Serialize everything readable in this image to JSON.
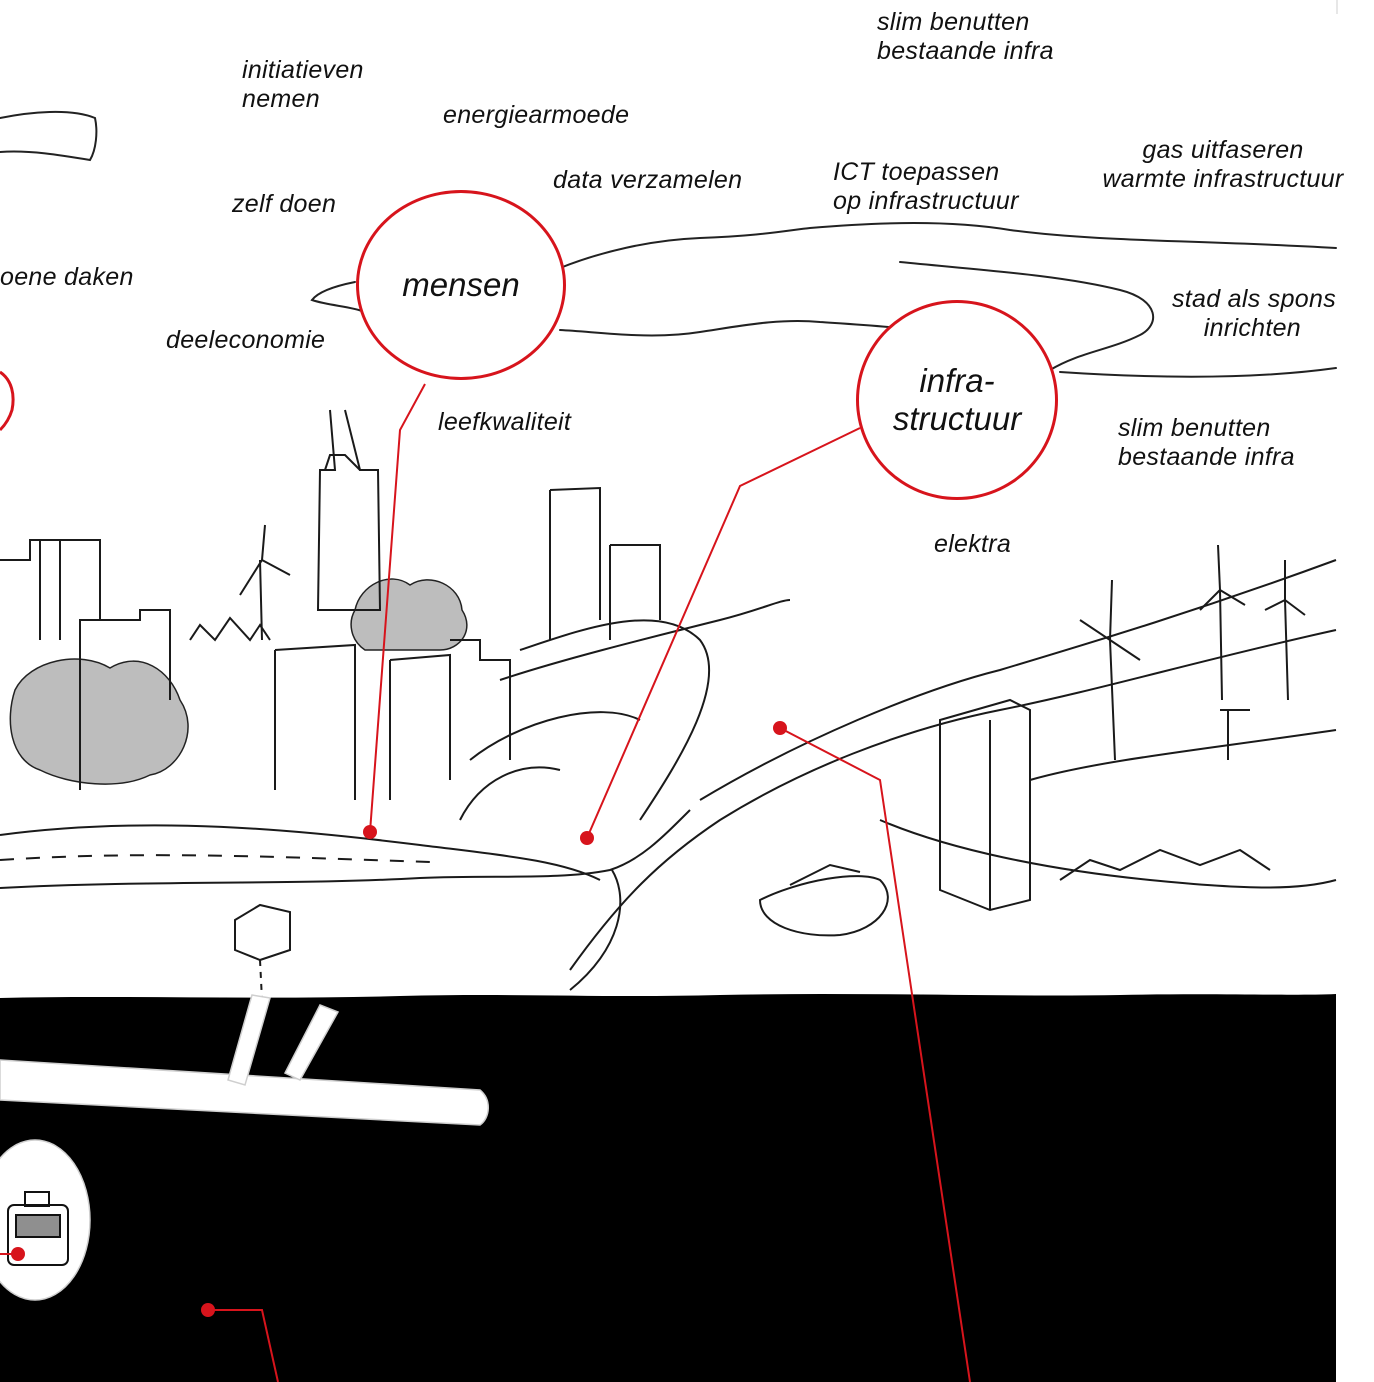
{
  "theme": {
    "accent": "#d7141c",
    "ink": "#111111",
    "ground": "#000000",
    "foliage": "#bdbdbd"
  },
  "circles": {
    "mensen": "mensen",
    "infra_line1": "infra-",
    "infra_line2": "structuur"
  },
  "labels": {
    "slim_benutten_top_1": "slim benutten",
    "slim_benutten_top_2": "bestaande infra",
    "initiatieven_1": "initiatieven",
    "initiatieven_2": "nemen",
    "energiearmoede": "energiearmoede",
    "data_verzamelen": "data verzamelen",
    "ict_1": "ICT toepassen",
    "ict_2": "op infrastructuur",
    "gas_1": "gas uitfaseren",
    "gas_2": "warmte infrastructuur",
    "zelf_doen": "zelf doen",
    "groene_daken": "oene daken",
    "stad_spons_1": "stad als spons",
    "stad_spons_2": "inrichten",
    "deeleconomie": "deeleconomie",
    "leefkwaliteit": "leefkwaliteit",
    "slim_benutten_mid_1": "slim benutten",
    "slim_benutten_mid_2": "bestaande infra",
    "elektra": "elektra"
  }
}
